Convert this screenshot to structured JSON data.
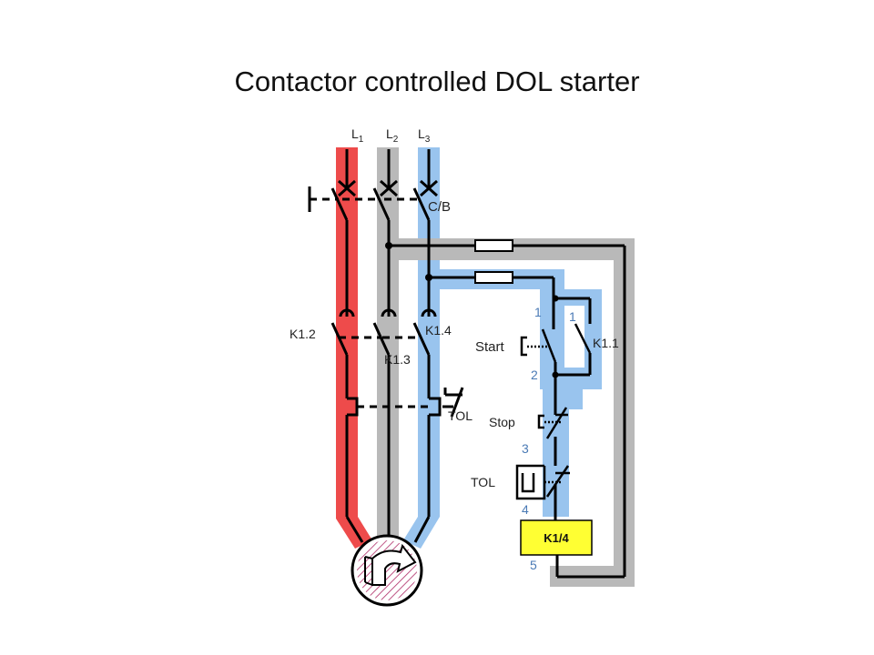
{
  "title": "Contactor controlled DOL starter",
  "lines": [
    {
      "letter": "L",
      "sub": "1",
      "color": "#ee4b4b"
    },
    {
      "letter": "L",
      "sub": "2",
      "color": "#b9b9b9"
    },
    {
      "letter": "L",
      "sub": "3",
      "color": "#99c4ee"
    }
  ],
  "labels": {
    "cb": "C/B",
    "k12": "K1.2",
    "k13": "K1.3",
    "k14": "K1.4",
    "k11": "K1.1",
    "tol_main": "TOL",
    "tol_control": "TOL",
    "start": "Start",
    "stop": "Stop",
    "coil": "K1/4"
  },
  "terminal_numbers": {
    "n1a": "1",
    "n1b": "1",
    "n2": "2",
    "n3": "3",
    "n4": "4",
    "n5": "5"
  },
  "colors": {
    "phase1": "#ee4b4b",
    "phase2": "#b9b9b9",
    "phase3": "#99c4ee",
    "coil_fill": "#ffff33",
    "motor_hatch": "#b0306a",
    "wire": "#000000"
  },
  "icons": {
    "motor": "motor-circle-icon",
    "rotation": "rotation-arrow-icon"
  }
}
